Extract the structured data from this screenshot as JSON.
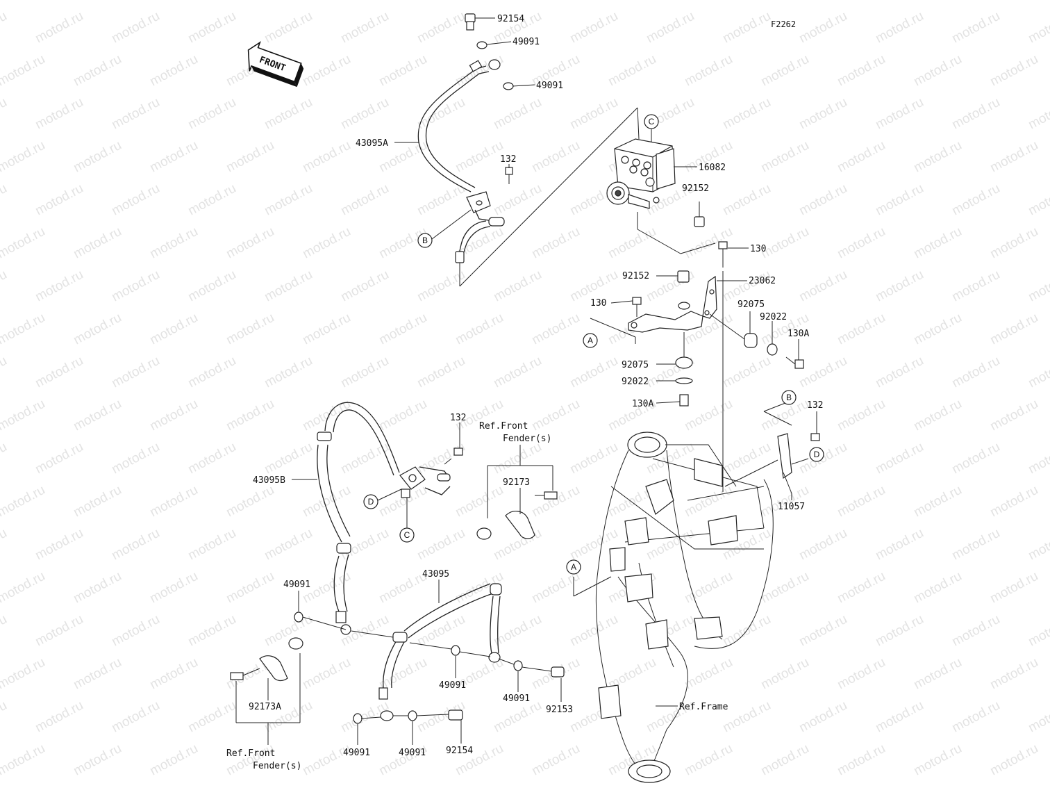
{
  "figure_code": "F2262",
  "watermark": "motod.ru",
  "front_arrow": "FRONT",
  "circle_refs": {
    "a": "A",
    "b": "B",
    "c": "C",
    "d": "D"
  },
  "labels": {
    "p92154": "92154",
    "p49091": "49091",
    "p43095A": "43095A",
    "p132": "132",
    "p16082": "16082",
    "p92152": "92152",
    "p130": "130",
    "p23062": "23062",
    "p92075": "92075",
    "p92022": "92022",
    "p130A": "130A",
    "p43095B": "43095B",
    "p92173": "92173",
    "p11057": "11057",
    "p43095": "43095",
    "p92153": "92153",
    "p92173A": "92173A"
  },
  "refs": {
    "front_fender_line1": "Ref.Front",
    "front_fender_line2": "Fender(s)",
    "frame": "Ref.Frame"
  }
}
